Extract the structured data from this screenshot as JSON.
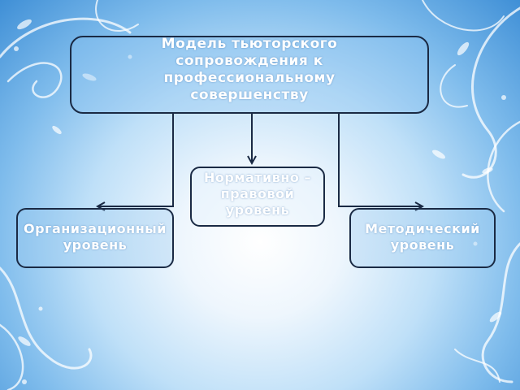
{
  "diagram": {
    "title_box": {
      "text": "Модель тьюторского сопровождения к профессиональному совершенству"
    },
    "normative_box": {
      "text": "Нормативно – правовой уровень"
    },
    "organizational_box": {
      "text": "Организационный уровень"
    },
    "methodical_box": {
      "text": "Методический уровень"
    }
  },
  "colors": {
    "border": "#1a2a44",
    "text": "#ffffff",
    "background_center": "#ffffff",
    "background_edge": "#3f8fd6"
  }
}
